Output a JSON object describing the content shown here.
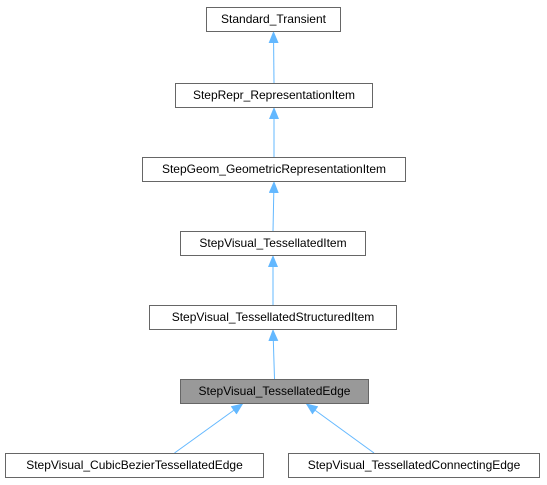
{
  "diagram": {
    "type": "inheritance-graph",
    "edge_color": "#63b8ff",
    "nodes": [
      {
        "id": "standard-transient",
        "label": "Standard_Transient"
      },
      {
        "id": "stepRepr-representation-item",
        "label": "StepRepr_RepresentationItem"
      },
      {
        "id": "stepGeom-geometric-representation-item",
        "label": "StepGeom_GeometricRepresentationItem"
      },
      {
        "id": "stepVisual-tessellated-item",
        "label": "StepVisual_TessellatedItem"
      },
      {
        "id": "stepVisual-tessellated-structured-item",
        "label": "StepVisual_TessellatedStructuredItem"
      },
      {
        "id": "stepVisual-tessellated-edge",
        "label": "StepVisual_TessellatedEdge",
        "highlighted": true
      },
      {
        "id": "stepVisual-cubic-bezier-tessellated-edge",
        "label": "StepVisual_CubicBezierTessellatedEdge"
      },
      {
        "id": "stepVisual-tessellated-connecting-edge",
        "label": "StepVisual_TessellatedConnectingEdge"
      }
    ],
    "edges": [
      {
        "from": "stepRepr-representation-item",
        "to": "standard-transient"
      },
      {
        "from": "stepGeom-geometric-representation-item",
        "to": "stepRepr-representation-item"
      },
      {
        "from": "stepVisual-tessellated-item",
        "to": "stepGeom-geometric-representation-item"
      },
      {
        "from": "stepVisual-tessellated-structured-item",
        "to": "stepVisual-tessellated-item"
      },
      {
        "from": "stepVisual-tessellated-edge",
        "to": "stepVisual-tessellated-structured-item"
      },
      {
        "from": "stepVisual-cubic-bezier-tessellated-edge",
        "to": "stepVisual-tessellated-edge"
      },
      {
        "from": "stepVisual-tessellated-connecting-edge",
        "to": "stepVisual-tessellated-edge"
      }
    ]
  }
}
